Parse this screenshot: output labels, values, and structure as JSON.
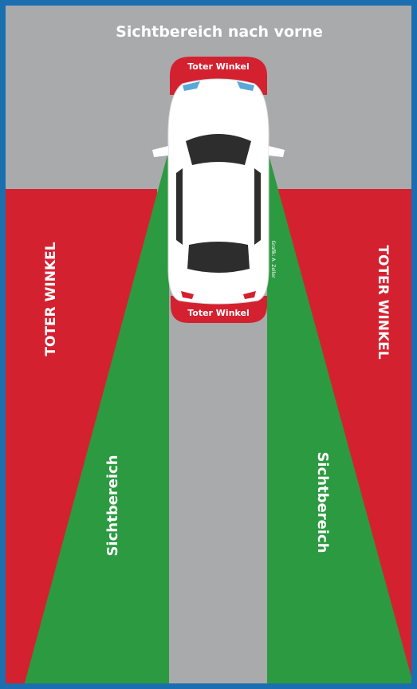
{
  "header": {
    "title": "Sichtbereich nach vorne"
  },
  "badges": {
    "front": "Toter Winkel",
    "rear": "Toter Winkel"
  },
  "zones": {
    "left_blind": "TOTER WINKEL",
    "right_blind": "TOTER WINKEL",
    "left_view": "Sichtbereich",
    "right_view": "Sichtbereich"
  },
  "credit": "Grafik: A. Zeller",
  "colors": {
    "frame": "#1b6fb0",
    "road": "#a9aaac",
    "blind_zone": "#d42130",
    "view_zone": "#2c9a40",
    "car": "#ffffff",
    "text": "#ffffff"
  }
}
